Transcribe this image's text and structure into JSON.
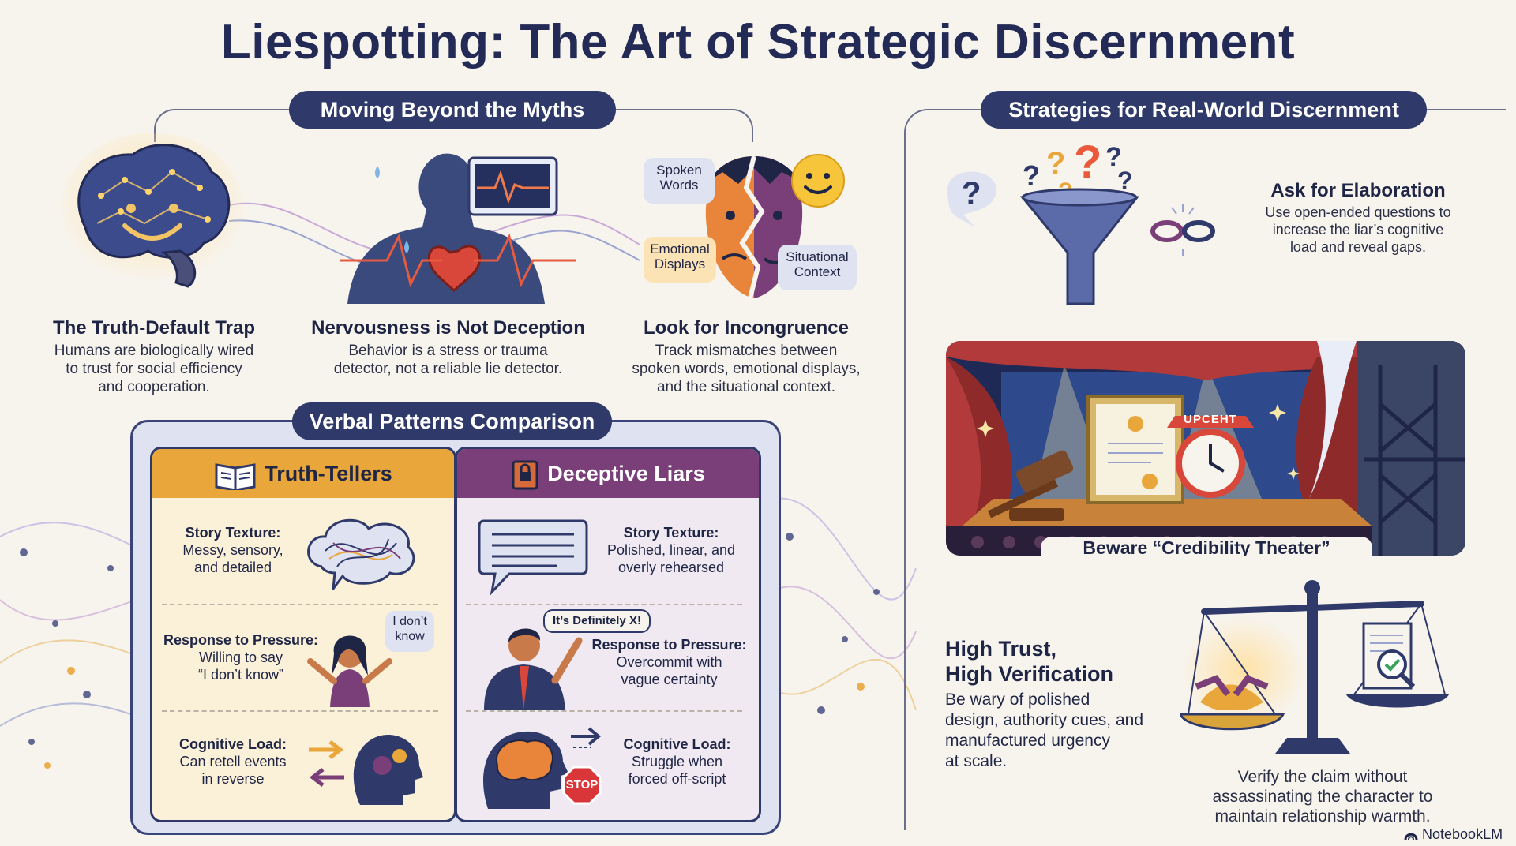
{
  "title": "Liespotting: The Art of Strategic Discernment",
  "myths": {
    "header": "Moving Beyond the Myths",
    "items": [
      {
        "title": "The Truth-Default Trap",
        "text_lines": [
          "Humans are biologically wired",
          "to trust for social efficiency",
          "and cooperation."
        ]
      },
      {
        "title": "Nervousness is Not Deception",
        "text_lines": [
          "Behavior is a stress or trauma",
          "detector, not a reliable lie detector."
        ]
      },
      {
        "title": "Look for Incongruence",
        "text_lines": [
          "Track mismatches between",
          "spoken words, emotional displays,",
          "and the situational context."
        ]
      }
    ],
    "bubbles": {
      "spoken": [
        "Spoken",
        "Words"
      ],
      "emotional": [
        "Emotional",
        "Displays"
      ],
      "situational": [
        "Situational",
        "Context"
      ]
    }
  },
  "verbal": {
    "header": "Verbal Patterns Comparison",
    "truth": {
      "title": "Truth-Tellers",
      "rows": [
        {
          "label": "Story Texture:",
          "lines": [
            "Messy, sensory,",
            "and detailed"
          ]
        },
        {
          "label": "Response to Pressure:",
          "lines": [
            "Willing to say",
            "“I don’t know”"
          ]
        },
        {
          "label": "Cognitive Load:",
          "lines": [
            "Can retell events",
            "in reverse"
          ]
        }
      ],
      "bubble": [
        "I don’t",
        "know"
      ]
    },
    "liars": {
      "title": "Deceptive Liars",
      "rows": [
        {
          "label": "Story Texture:",
          "lines": [
            "Polished, linear, and",
            "overly rehearsed"
          ]
        },
        {
          "label": "Response to Pressure:",
          "lines": [
            "Overcommit with",
            "vague certainty"
          ]
        },
        {
          "label": "Cognitive Load:",
          "lines": [
            "Struggle when",
            "forced off-script"
          ]
        }
      ],
      "bubble": "It’s Definitely X!",
      "stop_sign": "STOP"
    }
  },
  "strategies": {
    "header": "Strategies for Real-World Discernment",
    "elaboration": {
      "title": "Ask for Elaboration",
      "lines": [
        "Use open-ended questions to",
        "increase the liar’s cognitive",
        "load and reveal gaps."
      ]
    },
    "theater": {
      "caption": "Beware “Credibility Theater”",
      "clock_banner": "UPCEHT"
    },
    "trust": {
      "title_lines": [
        "High Trust,",
        "High Verification"
      ],
      "lines": [
        "Be wary of polished",
        "design, authority cues, and",
        "manufactured urgency",
        "at scale."
      ],
      "verify_lines": [
        "Verify the claim without",
        "assassinating the character to",
        "maintain relationship warmth."
      ]
    }
  },
  "brand": "NotebookLM",
  "colors": {
    "navy": "#2f3a6b",
    "truth_orange": "#e9a63a",
    "liar_purple": "#7a3f78",
    "accent_gold": "#f3b23a"
  }
}
